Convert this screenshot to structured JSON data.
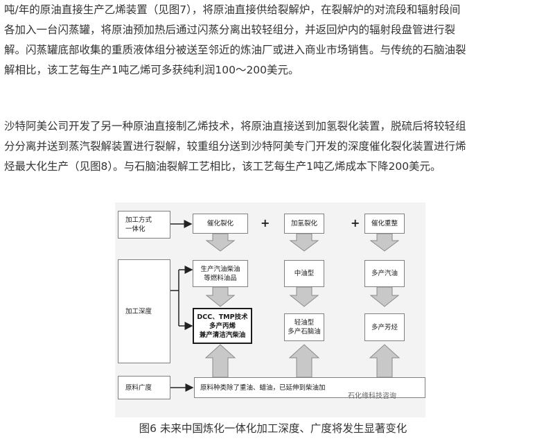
{
  "paragraphs": [
    {
      "lines": [
        "吨/年的原油直接生产乙烯装置（见图7），将原油直接供给裂解炉，在裂解炉的对流段和辐射段间",
        "各加入一台闪蒸罐，将原油预加热后通过闪蒸分离出较轻组分，并返回炉内的辐射段盘管进行裂",
        "解。闪蒸罐底部收集的重质液体组分被送至邻近的炼油厂或进入商业市场销售。与传统的石脑油裂",
        "解相比，该工艺每生产1吨乙烯可多获纯利润100～200美元。"
      ]
    },
    {
      "lines": [
        "沙特阿美公司开发了另一种原油直接制乙烯技术，将原油直接送到加氢裂化装置，脱硫后将较轻组",
        "分分离并送到蒸汽裂解装置进行裂解，较重组分送到沙特阿美专门开发的深度催化裂化装置进行烯",
        "烃最大化生产（见图8）。与石脑油裂解工艺相比，该工艺每生产1吨乙烯成本下降200美元。"
      ]
    }
  ],
  "figure": {
    "left_labels": {
      "integration": [
        "加工方式",
        "一体化"
      ],
      "depth": "加工深度",
      "breadth": "原料广度"
    },
    "top_row": [
      "催化裂化",
      "加氢裂化",
      "催化重整"
    ],
    "plus": "+",
    "mid_row": [
      [
        "生产汽油柴油",
        "等燃料油品"
      ],
      [
        "中油型"
      ],
      [
        "多产汽油"
      ]
    ],
    "bottom_row": [
      [
        "DCC、TMP技术",
        "多产丙烯",
        "兼产清洁汽柴油"
      ],
      [
        "轻油型",
        "多产石脑油"
      ],
      [
        "多产芳烃"
      ]
    ],
    "base_text": "原料种类除了重油、蜡油，已延伸到柴油加",
    "watermark": "石化缘科技咨询",
    "colors": {
      "panel": "#f3f3f3",
      "arrow_fill": "#c8c8c8",
      "arrow_stroke": "#8a8a8a",
      "line": "#222222"
    }
  },
  "caption": "图6 未来中国炼化一体化加工深度、广度将发生显著变化"
}
